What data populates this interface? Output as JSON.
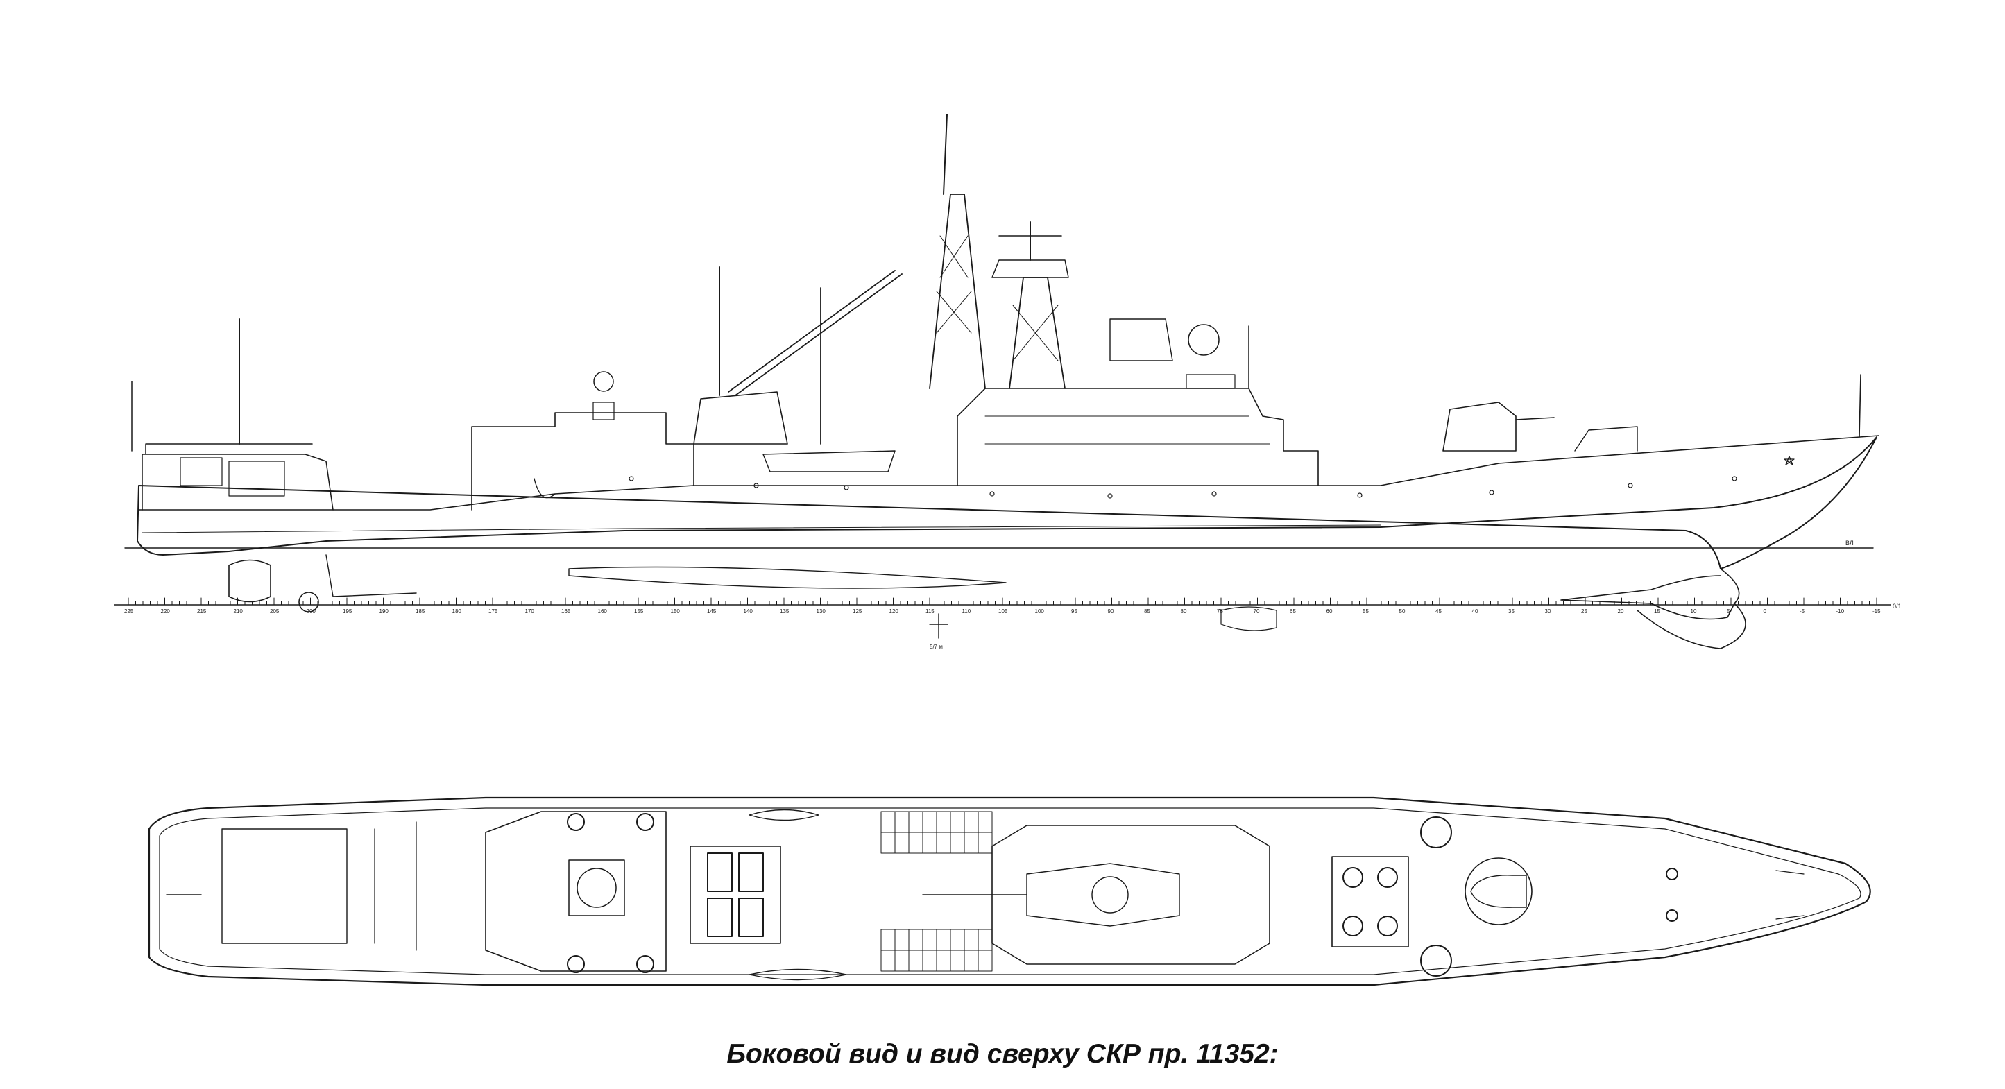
{
  "caption": "Боковой вид и вид сверху СКР пр. 11352:",
  "waterline_label": "ВЛ",
  "frame_scale_labels": [
    "225",
    "220",
    "215",
    "210",
    "205",
    "200",
    "195",
    "190",
    "185",
    "180",
    "175",
    "170",
    "165",
    "160",
    "155",
    "150",
    "145",
    "140",
    "135",
    "130",
    "125",
    "120",
    "115",
    "110",
    "105",
    "100",
    "95",
    "90",
    "85",
    "80",
    "75",
    "70",
    "65",
    "60",
    "55",
    "50",
    "45",
    "40",
    "35",
    "30",
    "25",
    "20",
    "15",
    "10",
    "5",
    "0",
    "-5",
    "-10",
    "-15"
  ],
  "frame_end_label": "0/1",
  "section_mark_label": "5/7 м",
  "colors": {
    "line": "#1a1a1a",
    "background": "#ffffff"
  }
}
